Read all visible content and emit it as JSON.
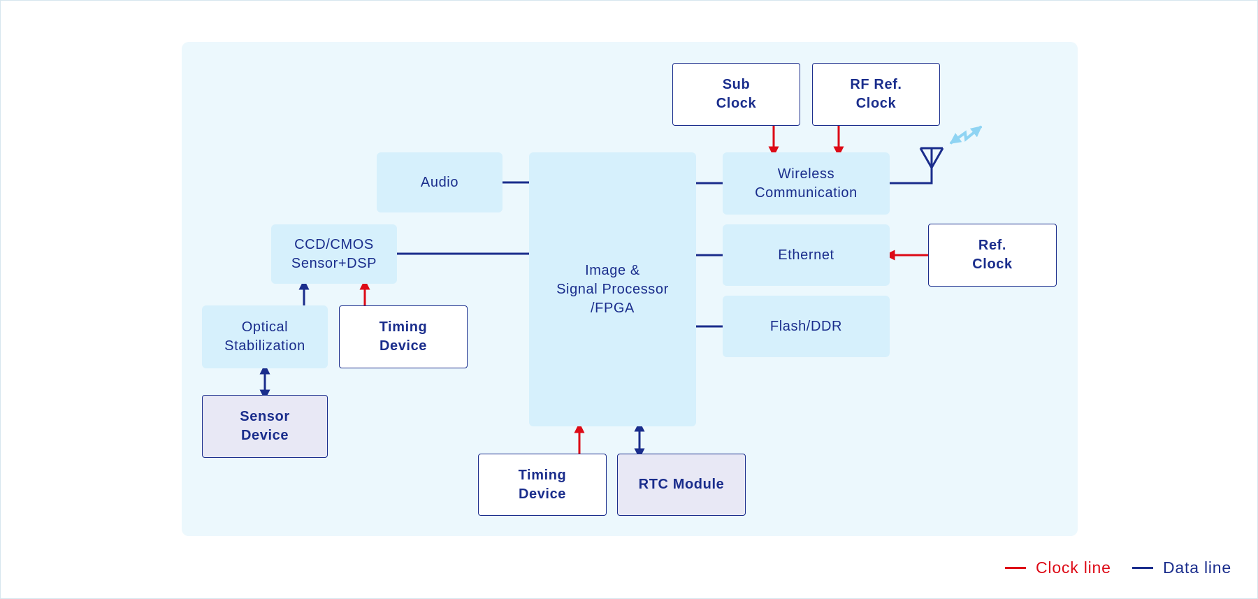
{
  "colors": {
    "clock": "#dd0a16",
    "data": "#1a2d8c",
    "wireless_signal": "#8fd4f3"
  },
  "blocks": {
    "sub_clock": "Sub\nClock",
    "rf_ref_clock": "RF Ref.\nClock",
    "audio": "Audio",
    "image_processor": "Image &\nSignal Processor\n/FPGA",
    "wireless": "Wireless\nCommunication",
    "ccd_cmos": "CCD/CMOS\nSensor+DSP",
    "ethernet": "Ethernet",
    "ref_clock": "Ref.\nClock",
    "optical_stabilization": "Optical\nStabilization",
    "timing_device_left": "Timing\nDevice",
    "flash_ddr": "Flash/DDR",
    "sensor_device": "Sensor\nDevice",
    "timing_device_bottom": "Timing\nDevice",
    "rtc_module": "RTC Module"
  },
  "icons": {
    "antenna": "antenna-icon",
    "wireless_signal": "wireless-signal-icon"
  },
  "legend": {
    "clock_label": "Clock line",
    "data_label": "Data line"
  }
}
